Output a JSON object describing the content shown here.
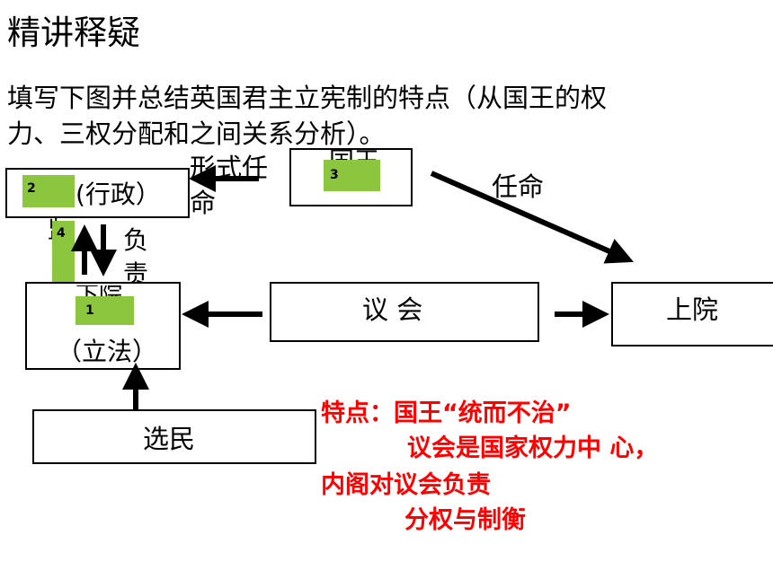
{
  "heading": "精讲释疑",
  "question_line1": "填写下图并总结英国君主立宪制的特点（从国王的权",
  "question_line2": "力、三权分配和之间关系分析）。",
  "cabinet_suffix": "(行政）",
  "cabinet_number": "2",
  "king_number": "3",
  "king_hidden_text": "国王",
  "commons_number": "1",
  "commons_hidden_text": "下院",
  "commons_sub": "（立法）",
  "responsible_number": "4",
  "responsible_hidden_text": "监督",
  "parliament": "议 会",
  "lords": "上院",
  "voters": "选民",
  "label_formal_appoint_1": "形式任",
  "label_formal_appoint_2": "命",
  "label_appoint": "任命",
  "label_fu": "负",
  "label_ze": "责",
  "features": {
    "line1": "特点：国王“统而不治”",
    "line2": "议会是国家权力中 心，",
    "line3": "内阁对议会负责",
    "line4": "分权与制衡"
  }
}
